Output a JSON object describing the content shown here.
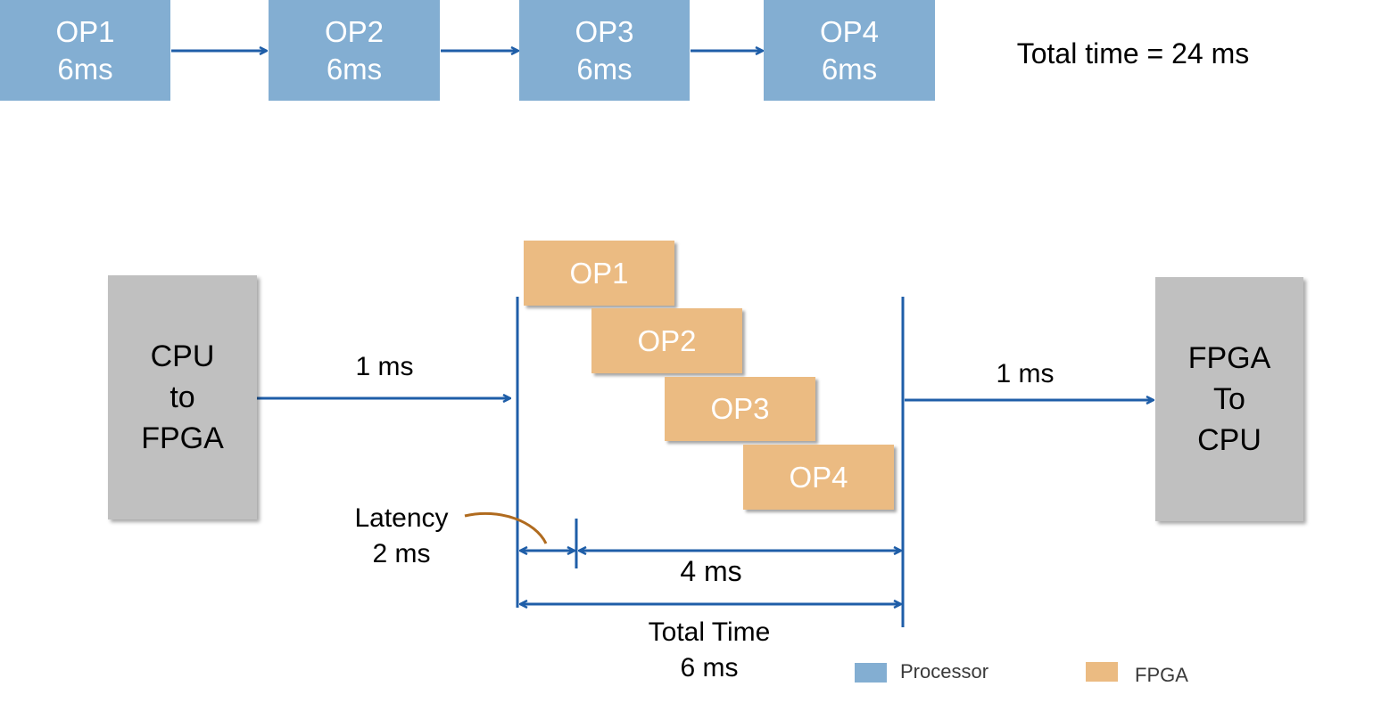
{
  "sequential": {
    "ops": [
      {
        "name": "OP1",
        "time": "6ms"
      },
      {
        "name": "OP2",
        "time": "6ms"
      },
      {
        "name": "OP3",
        "time": "6ms"
      },
      {
        "name": "OP4",
        "time": "6ms"
      }
    ],
    "total_label": "Total time = 24 ms"
  },
  "pipeline": {
    "cpu_to_fpga": [
      "CPU",
      "to",
      "FPGA"
    ],
    "fpga_to_cpu": [
      "FPGA",
      "To",
      "CPU"
    ],
    "in_transfer_label": "1 ms",
    "out_transfer_label": "1 ms",
    "ops": [
      "OP1",
      "OP2",
      "OP3",
      "OP4"
    ],
    "latency_label": [
      "Latency",
      "2 ms"
    ],
    "span_label": "4 ms",
    "total_label": [
      "Total Time",
      "6 ms"
    ]
  },
  "legend": {
    "items": [
      {
        "label": "Processor",
        "color": "#83aed2"
      },
      {
        "label": "FPGA",
        "color": "#ebbb82"
      }
    ]
  },
  "colors": {
    "processor": "#83aed2",
    "fpga": "#ebbb82",
    "transfer_block": "#c0c0c0",
    "arrow": "#1f5ea8",
    "latency_pointer": "#b06b1f"
  }
}
